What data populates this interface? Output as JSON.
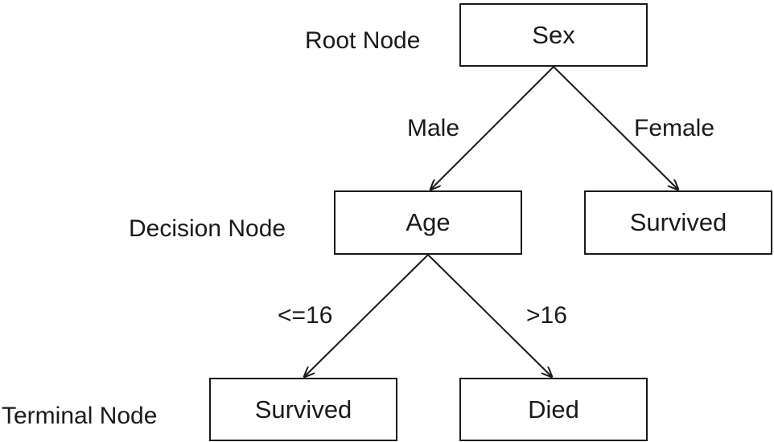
{
  "nodes": {
    "root": "Sex",
    "decision": "Age",
    "female_leaf": "Survived",
    "young_leaf": "Survived",
    "old_leaf": "Died"
  },
  "edges": {
    "male": "Male",
    "female": "Female",
    "le16": "<=16",
    "gt16": ">16"
  },
  "levels": {
    "root": "Root Node",
    "decision": "Decision Node",
    "terminal": "Terminal Node"
  },
  "colors": {
    "stroke": "#1a1a1a",
    "background": "#ffffff"
  }
}
